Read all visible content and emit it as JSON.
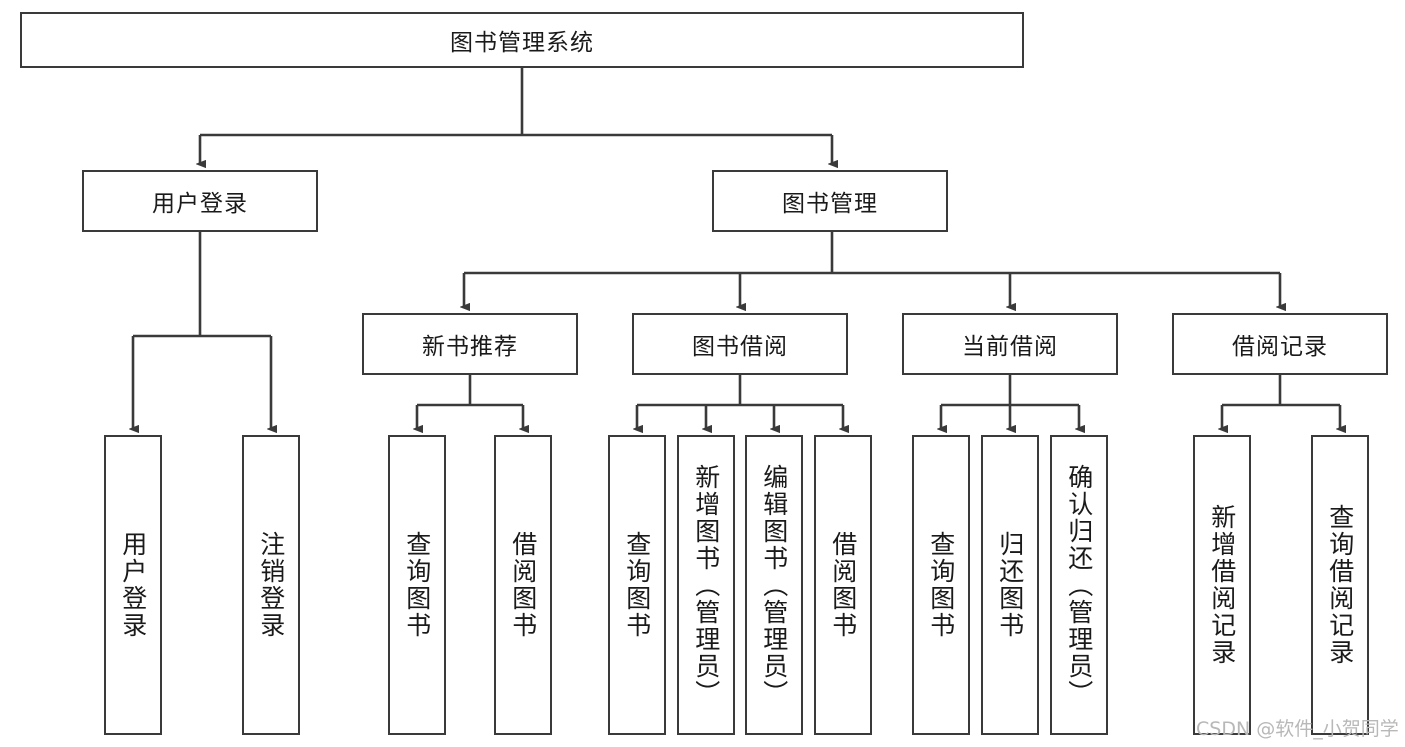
{
  "diagram": {
    "title_node": {
      "label": "图书管理系统"
    },
    "level2": [
      {
        "id": "user-login",
        "label": "用户登录"
      },
      {
        "id": "book-manage",
        "label": "图书管理"
      }
    ],
    "level3": [
      {
        "id": "new-book-recommend",
        "label": "新书推荐"
      },
      {
        "id": "book-borrow",
        "label": "图书借阅"
      },
      {
        "id": "current-borrow",
        "label": "当前借阅"
      },
      {
        "id": "borrow-record",
        "label": "借阅记录"
      }
    ],
    "leaves": {
      "user_login": [
        {
          "id": "leaf-user-login",
          "label": "用户登录"
        },
        {
          "id": "leaf-logout-login",
          "label": "注销登录"
        }
      ],
      "new_book_recommend": [
        {
          "id": "leaf-query-book-1",
          "label": "查询图书"
        },
        {
          "id": "leaf-borrow-book-1",
          "label": "借阅图书"
        }
      ],
      "book_borrow": [
        {
          "id": "leaf-query-book-2",
          "label": "查询图书"
        },
        {
          "id": "leaf-add-book",
          "label": "新增图书（管理员）"
        },
        {
          "id": "leaf-edit-book",
          "label": "编辑图书（管理员）"
        },
        {
          "id": "leaf-borrow-book-2",
          "label": "借阅图书"
        }
      ],
      "current_borrow": [
        {
          "id": "leaf-query-book-3",
          "label": "查询图书"
        },
        {
          "id": "leaf-return-book",
          "label": "归还图书"
        },
        {
          "id": "leaf-confirm-return",
          "label": "确认归还（管理员）"
        }
      ],
      "borrow_record": [
        {
          "id": "leaf-add-record",
          "label": "新增借阅记录"
        },
        {
          "id": "leaf-query-record",
          "label": "查询借阅记录"
        }
      ]
    },
    "watermark": {
      "text": "CSDN @软件_小贺同学"
    },
    "colors": {
      "stroke": "#3a3a3a",
      "fill": "#ffffff",
      "text": "#1a1a1a",
      "watermark": "#b8b8b8"
    }
  }
}
